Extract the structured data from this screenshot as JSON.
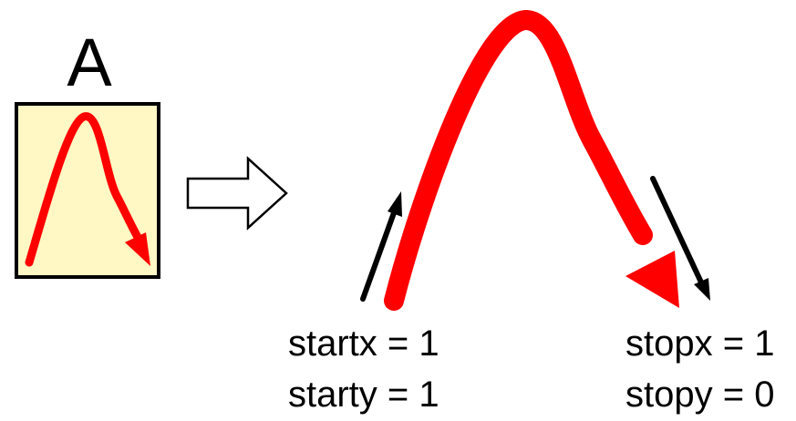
{
  "figure": {
    "thumbnail_letter": "A",
    "labels": {
      "startx": "startx = 1",
      "starty": "starty = 1",
      "stopx": "stopx = 1",
      "stopy": "stopy = 0"
    },
    "colors": {
      "curve": "#ff0000",
      "thumbnail_fill": "#fff7c4",
      "thumbnail_border": "#000000",
      "direction_arrow": "#000000",
      "transition_arrow_fill": "#ffffff",
      "transition_arrow_stroke": "#000000"
    },
    "icons": {
      "transition": "right-arrow-icon",
      "start_direction": "up-right-arrow-icon",
      "stop_direction": "down-right-arrow-icon"
    }
  }
}
